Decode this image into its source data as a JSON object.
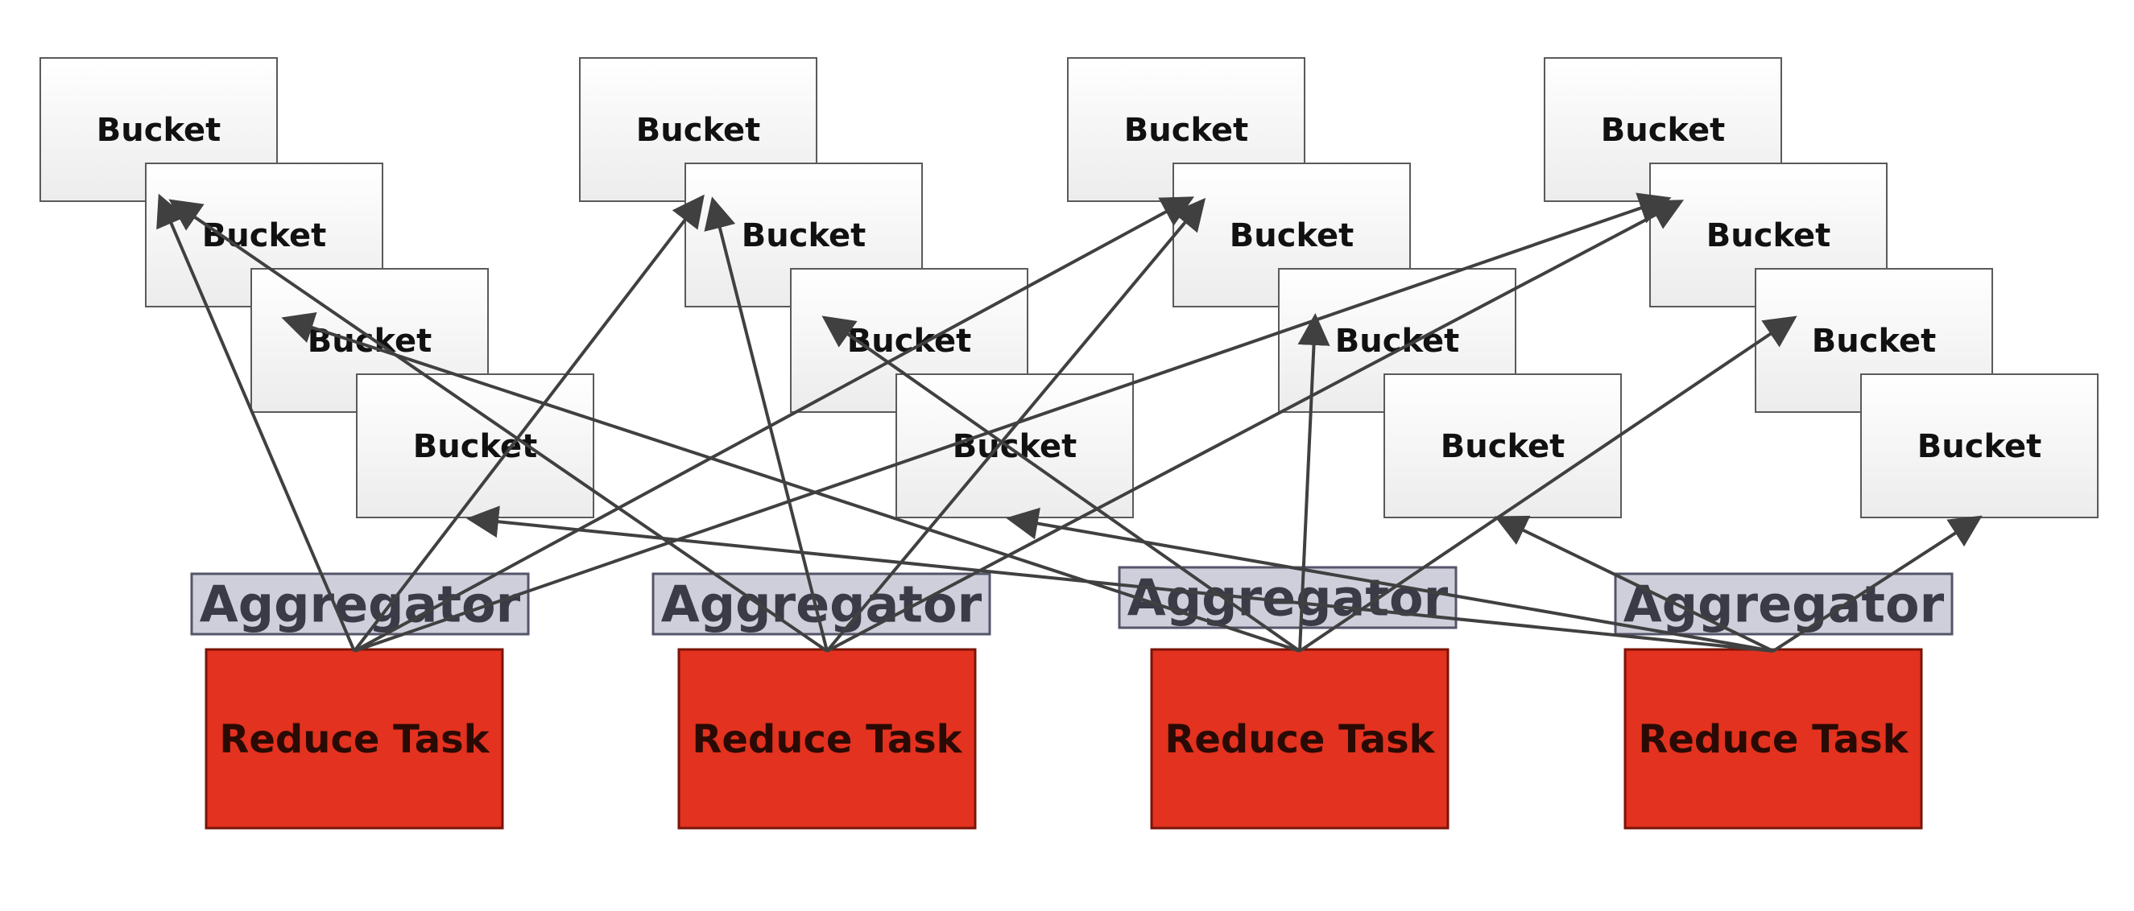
{
  "colors": {
    "bucket_fill": "#f5f5f5",
    "aggregator_fill": "#cfcfdc",
    "reduce_fill": "#e3321f",
    "edge": "#404040"
  },
  "labels": {
    "bucket": "Bucket",
    "aggregator": "Aggregator",
    "reduce_task": "Reduce Task"
  },
  "bucket_groups": [
    {
      "id": "g1",
      "buckets": 4
    },
    {
      "id": "g2",
      "buckets": 4
    },
    {
      "id": "g3",
      "buckets": 4
    },
    {
      "id": "g4",
      "buckets": 4
    }
  ],
  "pipelines": [
    {
      "aggregator": "Aggregator",
      "reduce_task": "Reduce Task"
    },
    {
      "aggregator": "Aggregator",
      "reduce_task": "Reduce Task"
    },
    {
      "aggregator": "Aggregator",
      "reduce_task": "Reduce Task"
    },
    {
      "aggregator": "Aggregator",
      "reduce_task": "Reduce Task"
    }
  ],
  "edges": [
    {
      "from": "aggregator-1",
      "to": "bucket-1-1"
    },
    {
      "from": "aggregator-1",
      "to": "bucket-2-1"
    },
    {
      "from": "aggregator-1",
      "to": "bucket-3-1"
    },
    {
      "from": "aggregator-1",
      "to": "bucket-4-1"
    },
    {
      "from": "aggregator-2",
      "to": "bucket-1-2"
    },
    {
      "from": "aggregator-2",
      "to": "bucket-2-2"
    },
    {
      "from": "aggregator-2",
      "to": "bucket-3-2"
    },
    {
      "from": "aggregator-2",
      "to": "bucket-4-2"
    },
    {
      "from": "aggregator-3",
      "to": "bucket-1-3"
    },
    {
      "from": "aggregator-3",
      "to": "bucket-2-3"
    },
    {
      "from": "aggregator-3",
      "to": "bucket-3-3"
    },
    {
      "from": "aggregator-3",
      "to": "bucket-4-3"
    },
    {
      "from": "aggregator-4",
      "to": "bucket-1-4"
    },
    {
      "from": "aggregator-4",
      "to": "bucket-2-4"
    },
    {
      "from": "aggregator-4",
      "to": "bucket-3-4"
    },
    {
      "from": "aggregator-4",
      "to": "bucket-4-4"
    }
  ]
}
